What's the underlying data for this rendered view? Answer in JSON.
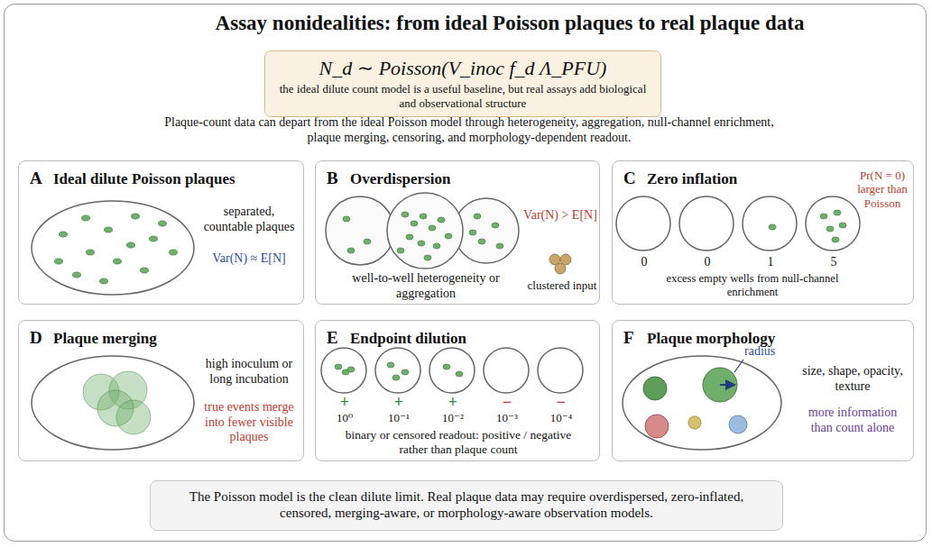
{
  "diagram": {
    "title": "Assay nonidealities: from ideal Poisson plaques to real plaque data",
    "nodes": [
      {
        "text": [
          "N_d ∼ Poisson(V_inoc f_d Λ_PFU)",
          "the ideal dilute count model is a useful baseline, but real assays add biological and observational structure"
        ]
      },
      {
        "text": [
          "A",
          "Ideal dilute Poisson plaques",
          "separated, countable plaques",
          "Var(N) ≈ E[N]"
        ]
      },
      {
        "text": [
          "B",
          "Overdispersion",
          "Var(N) > E[N]",
          "well-to-well heterogeneity or aggregation",
          "clustered input"
        ]
      },
      {
        "text": [
          "C",
          "Zero inflation",
          "Pr(N = 0) larger than Poisson",
          "0",
          "0",
          "1",
          "5",
          "excess empty wells from null-channel enrichment"
        ]
      },
      {
        "text": [
          "D",
          "Plaque merging",
          "high inoculum or long incubation",
          "true events merge into fewer visible plaques"
        ]
      },
      {
        "text": [
          "E",
          "Endpoint dilution",
          "+",
          "+",
          "+",
          "−",
          "−",
          "10⁰",
          "10⁻¹",
          "10⁻²",
          "10⁻³",
          "10⁻⁴",
          "binary or censored readout: positive / negative rather than plaque count"
        ]
      },
      {
        "text": [
          "F",
          "Plaque morphology",
          "radius",
          "size, shape, opacity, texture",
          "more information than count alone"
        ]
      },
      {
        "text": [
          "The Poisson model is the clean dilute limit. Real plaque data may require overdispersed, zero-inflated, censored, merging-aware, or morphology-aware observation models."
        ]
      }
    ],
    "labels": [
      "Plaque-count data can depart from the ideal Poisson model through heterogeneity, aggregation, null-channel enrichment, plaque merging, censoring, and morphology-dependent readout."
    ]
  }
}
